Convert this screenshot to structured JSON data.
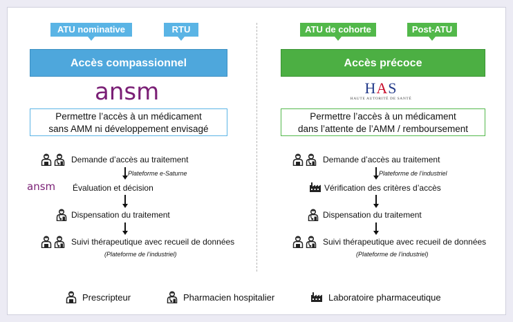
{
  "left": {
    "tags": [
      "ATU nominative",
      "RTU"
    ],
    "header": "Accès compassionnel",
    "logo": "ansm",
    "goal_line1": "Permettre l’accès à un médicament",
    "goal_line2": "sans AMM ni développement envisagé",
    "steps": [
      {
        "label": "Demande d’accès au traitement",
        "icons": [
          "prescriber-icon",
          "pharmacist-icon"
        ]
      },
      {
        "label": "Évaluation et décision",
        "icons": [
          "ansm-logo"
        ]
      },
      {
        "label": "Dispensation du traitement",
        "icons": [
          "pharmacist-icon"
        ]
      },
      {
        "label": "Suivi thérapeutique avec recueil de données",
        "icons": [
          "prescriber-icon",
          "pharmacist-icon"
        ]
      }
    ],
    "platforms": [
      "Plateforme e-Saturne",
      "(Plateforme de l’industriel)"
    ],
    "small_logo": "ansm"
  },
  "right": {
    "tags": [
      "ATU de cohorte",
      "Post-ATU"
    ],
    "header": "Accès précoce",
    "logo_main_1": "H",
    "logo_main_2": "A",
    "logo_main_3": "S",
    "logo_sub": "HAUTE AUTORITÉ DE SANTÉ",
    "goal_line1": "Permettre l’accès à un médicament",
    "goal_line2": "dans l’attente de l’AMM / remboursement",
    "steps": [
      {
        "label": "Demande d’accès au traitement",
        "icons": [
          "prescriber-icon",
          "pharmacist-icon"
        ]
      },
      {
        "label": "Vérification des critères d’accès",
        "icons": [
          "factory-icon"
        ]
      },
      {
        "label": "Dispensation du traitement",
        "icons": [
          "pharmacist-icon"
        ]
      },
      {
        "label": "Suivi thérapeutique avec recueil de données",
        "icons": [
          "prescriber-icon",
          "pharmacist-icon"
        ]
      }
    ],
    "platforms": [
      "Plateforme de l’industriel",
      "(Plateforme de l’industriel)"
    ]
  },
  "legend": {
    "prescriber": "Prescripteur",
    "pharmacist": "Pharmacien hospitalier",
    "lab": "Laboratoire pharmaceutique"
  },
  "colors": {
    "blue": "#4ea7dc",
    "green": "#4caf43",
    "ansm_purple": "#7a1f75",
    "has_blue": "#243b8a",
    "has_red": "#c8102e"
  }
}
